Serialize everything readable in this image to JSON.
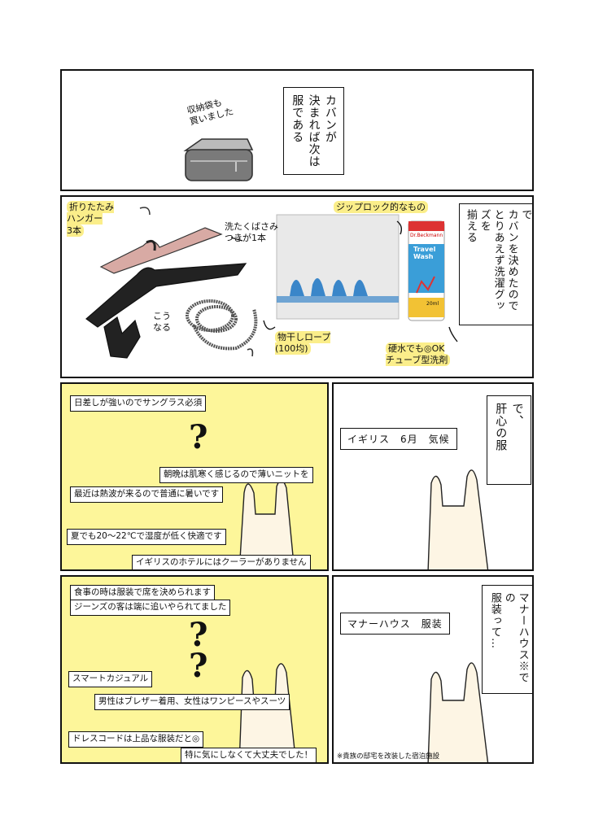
{
  "panel1": {
    "caption": "カバンが\n決まれば次は\n服である",
    "note": "収納袋も\n買いました"
  },
  "panel2": {
    "caption": "旅先で洗濯する前提で\nカバンを決めたので\nとりあえず洗濯グッズを\n揃える",
    "label_hanger": "折りたたみ\nハンガー\n3本",
    "label_clip": "洗たくばさみ\nつきが1本",
    "label_folded": "こう\nなる",
    "label_rope": "物干しロープ\n(100均)",
    "label_ziploc": "ジップロック的なもの",
    "label_detergent": "硬水でも◎OK\nチューブ型洗剤",
    "tube_brand": "Dr.Beckmann",
    "tube_name": "Travel\nWash",
    "tube_size": "20ml"
  },
  "panel3": {
    "tags": [
      "日差しが強いのでサングラス必須",
      "朝晩は肌寒く感じるので薄いニットを",
      "最近は熱波が来るので普通に暑いです",
      "夏でも20〜22℃で湿度が低く快適です",
      "イギリスのホテルにはクーラーがありません"
    ],
    "qmark": "?"
  },
  "panel4": {
    "search": "イギリス　6月　気候",
    "caption": "で、\n肝心の服"
  },
  "panel5": {
    "tags": [
      "食事の時は服装で席を決められます",
      "ジーンズの客は端に追いやられてました",
      "スマートカジュアル",
      "男性はブレザー着用、女性はワンピースやスーツ",
      "ドレスコードは上品な服装だと◎",
      "特に気にしなくて大丈夫でした！"
    ],
    "qmark1": "?",
    "qmark2": "?"
  },
  "panel6": {
    "search": "マナーハウス　服装",
    "caption": "そういえば\nマナーハウス※での\n服装って…",
    "footnote": "※貴族の邸宅を改装した宿泊施設"
  }
}
